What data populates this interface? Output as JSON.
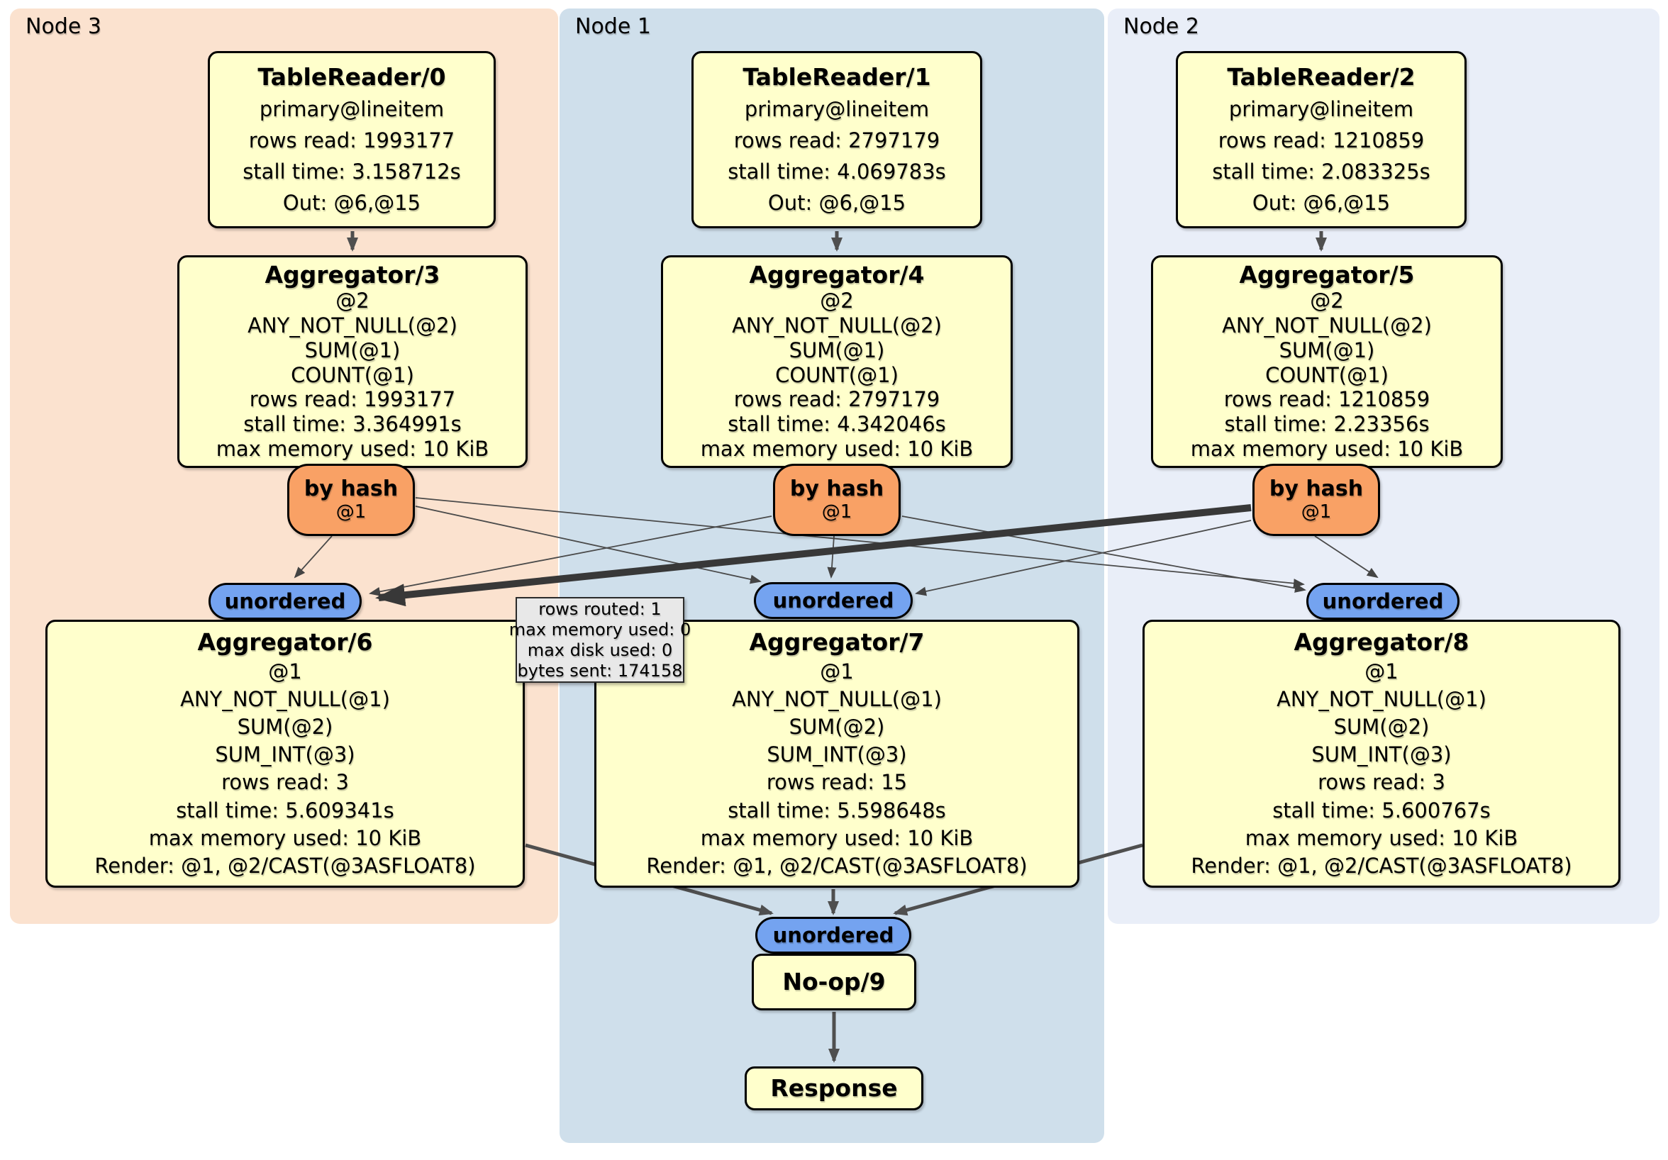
{
  "colors": {
    "node3_bg": "#fbe2cf",
    "node1_bg": "#cfdfeb",
    "node2_bg": "#e9eef8",
    "box_bg": "#ffffcc",
    "box_border": "#000000",
    "router_bg": "#f9a165",
    "sync_bg": "#74a3f0",
    "edge": "#4a4a4a",
    "edge_highlight": "#383838",
    "tooltip_bg": "#e8e8e8"
  },
  "node3": {
    "label": "Node 3",
    "table_reader": {
      "title": "TableReader/0",
      "lines": [
        "primary@lineitem",
        "rows read: 1993177",
        "stall time: 3.158712s",
        "Out: @6,@15"
      ]
    },
    "aggregator_top": {
      "title": "Aggregator/3",
      "lines": [
        "@2",
        "ANY_NOT_NULL(@2)",
        "SUM(@1)",
        "COUNT(@1)",
        "rows read: 1993177",
        "stall time: 3.364991s",
        "max memory used: 10 KiB"
      ]
    },
    "router": {
      "label": "by hash",
      "detail": "@1"
    },
    "sync": {
      "label": "unordered"
    },
    "aggregator_bottom": {
      "title": "Aggregator/6",
      "lines": [
        "@1",
        "ANY_NOT_NULL(@1)",
        "SUM(@2)",
        "SUM_INT(@3)",
        "rows read: 3",
        "stall time: 5.609341s",
        "max memory used: 10 KiB",
        "Render: @1, @2/CAST(@3ASFLOAT8)"
      ]
    }
  },
  "node1": {
    "label": "Node 1",
    "table_reader": {
      "title": "TableReader/1",
      "lines": [
        "primary@lineitem",
        "rows read: 2797179",
        "stall time: 4.069783s",
        "Out: @6,@15"
      ]
    },
    "aggregator_top": {
      "title": "Aggregator/4",
      "lines": [
        "@2",
        "ANY_NOT_NULL(@2)",
        "SUM(@1)",
        "COUNT(@1)",
        "rows read: 2797179",
        "stall time: 4.342046s",
        "max memory used: 10 KiB"
      ]
    },
    "router": {
      "label": "by hash",
      "detail": "@1"
    },
    "sync": {
      "label": "unordered"
    },
    "aggregator_bottom": {
      "title": "Aggregator/7",
      "lines": [
        "@1",
        "ANY_NOT_NULL(@1)",
        "SUM(@2)",
        "SUM_INT(@3)",
        "rows read: 15",
        "stall time: 5.598648s",
        "max memory used: 10 KiB",
        "Render: @1, @2/CAST(@3ASFLOAT8)"
      ]
    },
    "final_sync": {
      "label": "unordered"
    },
    "noop": {
      "title": "No-op/9"
    },
    "response": {
      "title": "Response"
    }
  },
  "node2": {
    "label": "Node 2",
    "table_reader": {
      "title": "TableReader/2",
      "lines": [
        "primary@lineitem",
        "rows read: 1210859",
        "stall time: 2.083325s",
        "Out: @6,@15"
      ]
    },
    "aggregator_top": {
      "title": "Aggregator/5",
      "lines": [
        "@2",
        "ANY_NOT_NULL(@2)",
        "SUM(@1)",
        "COUNT(@1)",
        "rows read: 1210859",
        "stall time: 2.23356s",
        "max memory used: 10 KiB"
      ]
    },
    "router": {
      "label": "by hash",
      "detail": "@1"
    },
    "sync": {
      "label": "unordered"
    },
    "aggregator_bottom": {
      "title": "Aggregator/8",
      "lines": [
        "@1",
        "ANY_NOT_NULL(@1)",
        "SUM(@2)",
        "SUM_INT(@3)",
        "rows read: 3",
        "stall time: 5.600767s",
        "max memory used: 10 KiB",
        "Render: @1, @2/CAST(@3ASFLOAT8)"
      ]
    }
  },
  "tooltip": {
    "lines": [
      "rows routed: 1",
      "max memory used: 0",
      "max disk used: 0",
      "bytes sent: 174158"
    ]
  }
}
